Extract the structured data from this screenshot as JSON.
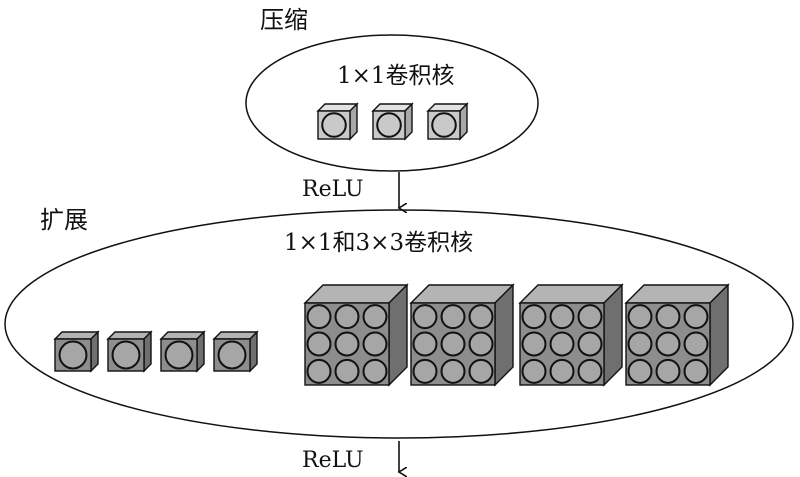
{
  "squeeze": {
    "title": "压缩",
    "kernel_label": "1×1卷积核",
    "activation": "ReLU",
    "cubes": [
      {
        "kind": "1x1"
      },
      {
        "kind": "1x1"
      },
      {
        "kind": "1x1"
      }
    ]
  },
  "expand": {
    "title": "扩展",
    "kernel_label": "1×1和3×3卷积核",
    "activation": "ReLU",
    "small_cubes": [
      {
        "kind": "1x1"
      },
      {
        "kind": "1x1"
      },
      {
        "kind": "1x1"
      },
      {
        "kind": "1x1"
      }
    ],
    "large_cubes": [
      {
        "kind": "3x3"
      },
      {
        "kind": "3x3"
      },
      {
        "kind": "3x3"
      },
      {
        "kind": "3x3"
      }
    ]
  },
  "colors": {
    "outline": "#111111",
    "squeeze_cube_front": "#c9c9c9",
    "squeeze_cube_top": "#e2e2e2",
    "squeeze_cube_side": "#a8a8a8",
    "expand_cube_front": "#8d8d8d",
    "expand_cube_top": "#b4b4b4",
    "expand_cube_side": "#6f6f6f",
    "expand_circle_fill": "#a6a6a6"
  }
}
